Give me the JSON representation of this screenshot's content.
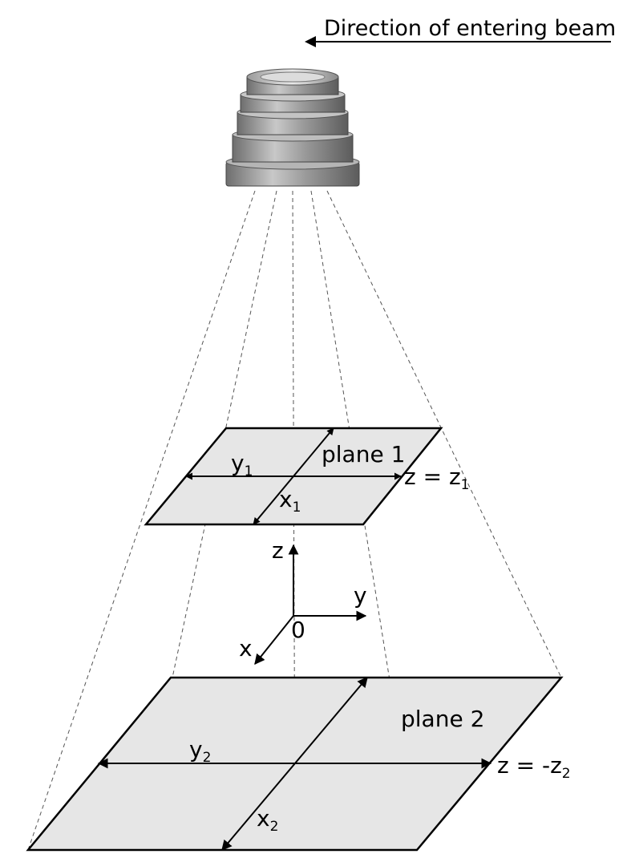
{
  "header": {
    "direction_label": "Direction of entering beam"
  },
  "plane1": {
    "label": "plane 1",
    "y_var": "y",
    "y_sub": "1",
    "x_var": "x",
    "x_sub": "1",
    "z_eq": "z = z",
    "z_sub": "1"
  },
  "axes": {
    "z": "z",
    "y": "y",
    "x": "x",
    "origin": "0"
  },
  "plane2": {
    "label": "plane 2",
    "y_var": "y",
    "y_sub": "2",
    "x_var": "x",
    "x_sub": "2",
    "z_eq": "z = -z",
    "z_sub": "2"
  },
  "colors": {
    "plane_fill": "#e6e6e6",
    "line": "#000000",
    "lens": "#8c8c8c"
  }
}
